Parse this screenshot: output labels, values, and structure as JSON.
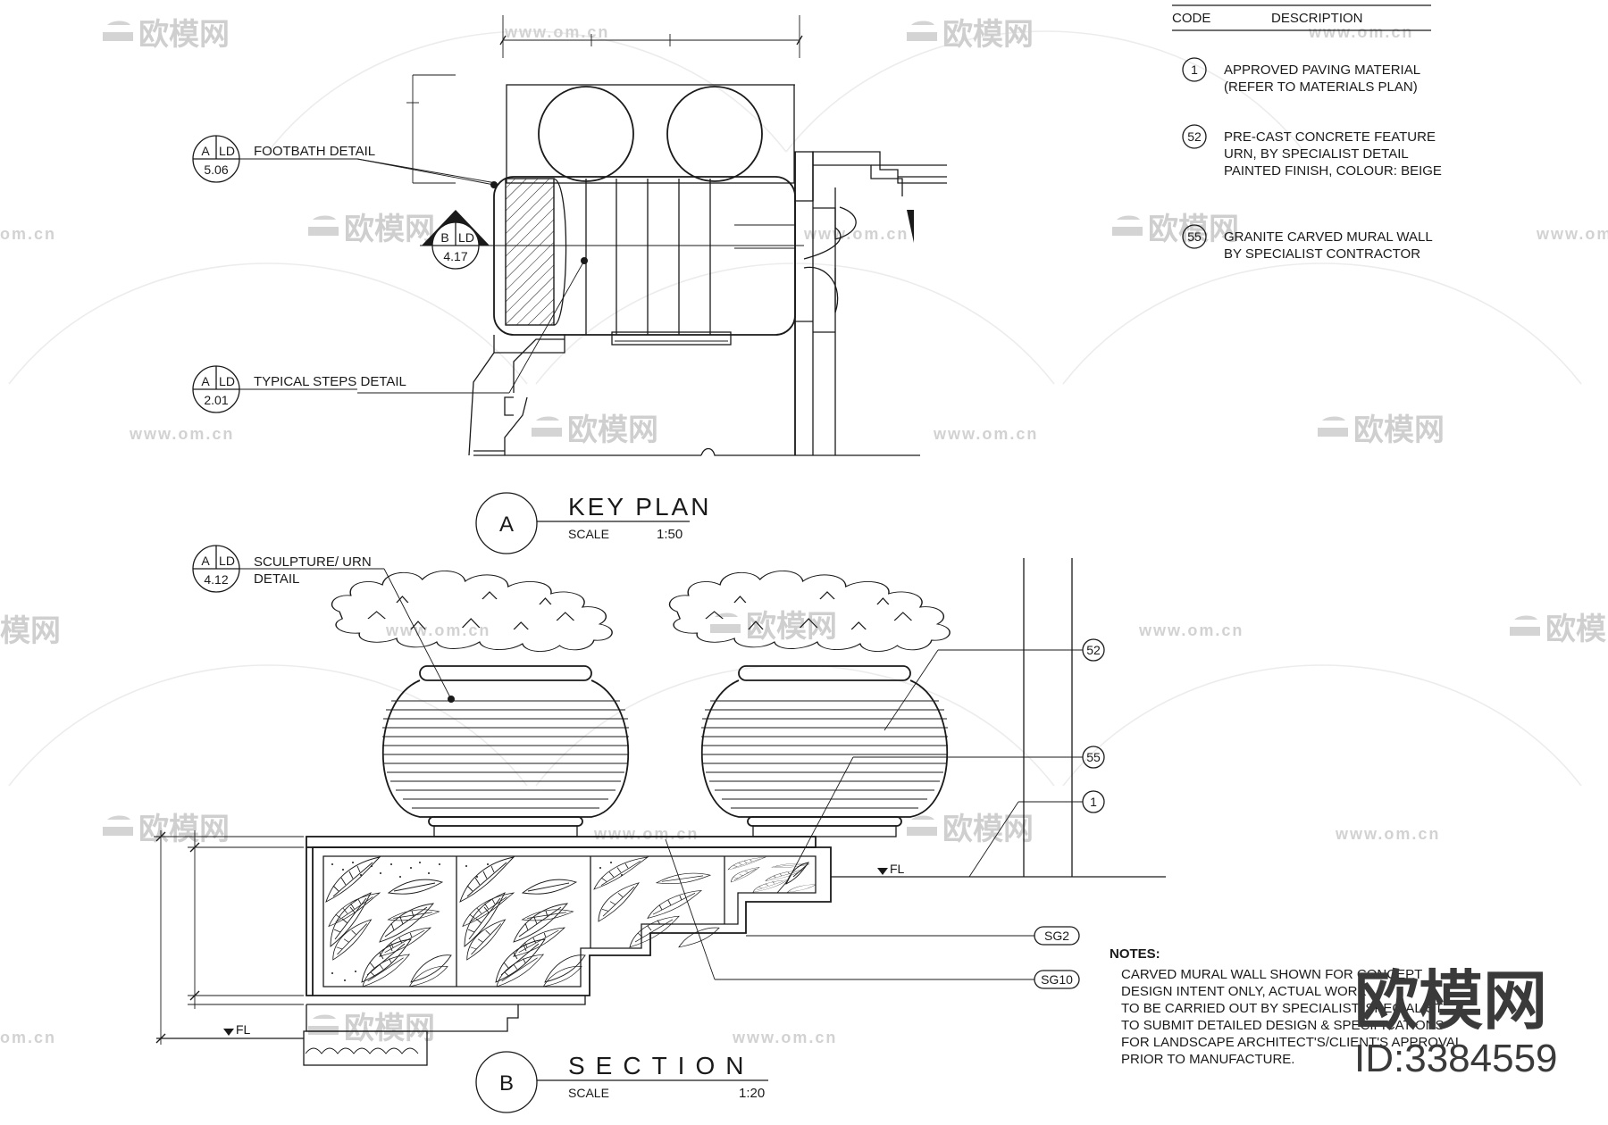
{
  "legend": {
    "col_code": "CODE",
    "col_description": "DESCRIPTION",
    "items": [
      {
        "code": "1",
        "lines": [
          "APPROVED PAVING MATERIAL",
          "(REFER TO MATERIALS PLAN)"
        ]
      },
      {
        "code": "52",
        "lines": [
          "PRE-CAST CONCRETE FEATURE",
          "URN, BY SPECIALIST DETAIL",
          "PAINTED FINISH, COLOUR: BEIGE"
        ]
      },
      {
        "code": "55",
        "lines": [
          "GRANITE CARVED MURAL WALL",
          "BY SPECIALIST CONTRACTOR"
        ]
      }
    ]
  },
  "callouts": {
    "footbath": {
      "top_left": "A",
      "top_right": "LD",
      "bottom": "5.06",
      "label": "FOOTBATH DETAIL"
    },
    "steps": {
      "top_left": "A",
      "top_right": "LD",
      "bottom": "2.01",
      "label": "TYPICAL STEPS DETAIL"
    },
    "section_marker": {
      "top_left": "B",
      "top_right": "LD",
      "bottom": "4.17"
    },
    "sculpture": {
      "top_left": "A",
      "top_right": "LD",
      "bottom": "4.12",
      "label_line1": "SCULPTURE/ URN",
      "label_line2": "DETAIL"
    }
  },
  "titles": {
    "key_plan": {
      "letter": "A",
      "title": "KEY PLAN",
      "scale_label": "SCALE",
      "scale_value": "1:50"
    },
    "section": {
      "letter": "B",
      "title": "SECTION",
      "scale_label": "SCALE",
      "scale_value": "1:20"
    }
  },
  "section_tags": {
    "tag_52": "52",
    "tag_55": "55",
    "tag_1": "1",
    "sg2": "SG2",
    "sg10": "SG10",
    "fl_right": "FL",
    "fl_left": "FL"
  },
  "notes": {
    "heading": "NOTES:",
    "lines": [
      "CARVED MURAL WALL SHOWN FOR CONCEPT",
      "DESIGN INTENT ONLY, ACTUAL WORK",
      "TO BE CARRIED OUT BY SPECIALIST. SPECIALIST",
      "TO SUBMIT DETAILED DESIGN & SPECIFICATIONS",
      "FOR LANDSCAPE ARCHITECT'S/CLIENT'S APPROVAL",
      "PRIOR TO MANUFACTURE."
    ]
  },
  "watermark": {
    "brand": "欧模网",
    "url": "www.om.cn",
    "url_short": "om.cn",
    "brand_cut": "模网",
    "id_label": "ID:3384559"
  }
}
